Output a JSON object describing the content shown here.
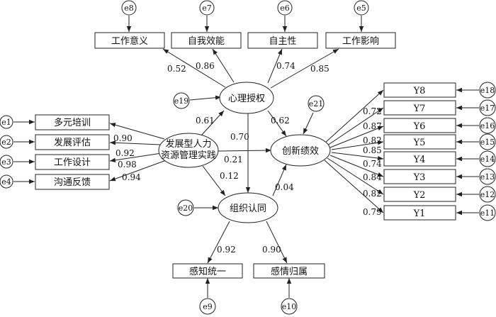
{
  "latent": {
    "psych_empowerment": "心理授权",
    "dev_hrm": "发展型人力资源管理实践",
    "dev_hrm_line1": "发展型人力",
    "dev_hrm_line2": "资源管理实践",
    "innovation": "创新绩效",
    "org_identity": "组织认同"
  },
  "indicators": {
    "pe": [
      "工作意义",
      "自我效能",
      "自主性",
      "工作影响"
    ],
    "hrm": [
      "多元培训",
      "发展评估",
      "工作设计",
      "沟通反馈"
    ],
    "inn": [
      "Y8",
      "Y7",
      "Y6",
      "Y5",
      "Y4",
      "Y3",
      "Y2",
      "Y1"
    ],
    "oi": [
      "感知统一",
      "感情归属"
    ]
  },
  "errors": {
    "pe": [
      "e8",
      "e7",
      "e6",
      "e5"
    ],
    "hrm": [
      "e1",
      "e2",
      "e3",
      "e4"
    ],
    "inn": [
      "e18",
      "e17",
      "e16",
      "e15",
      "e14",
      "e13",
      "e12",
      "e11"
    ],
    "oi": [
      "e9",
      "e10"
    ],
    "latent": {
      "pe": "e19",
      "inn": "e21",
      "oi": "e20"
    }
  },
  "loadings": {
    "pe": [
      "0.52",
      "0.86",
      "0.74",
      "0.85"
    ],
    "hrm": [
      "0.90",
      "0.92",
      "0.98",
      "0.94"
    ],
    "inn": [
      "0.72",
      "0.87",
      "0.82",
      "0.85",
      "0.74",
      "0.84",
      "0.82",
      "0.79"
    ],
    "oi": [
      "0.92",
      "0.90"
    ]
  },
  "paths": {
    "hrm_to_pe": "0.61",
    "hrm_to_inn": "0.21",
    "hrm_to_oi": "0.12",
    "pe_to_inn": "0.62",
    "pe_to_oi": "0.70",
    "oi_to_inn": "0.04"
  }
}
